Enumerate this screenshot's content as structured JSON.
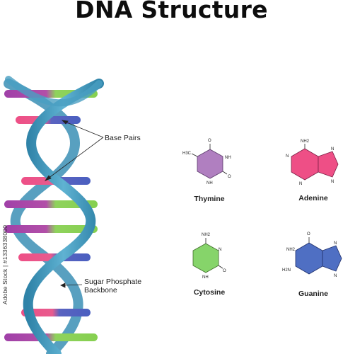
{
  "title": "DNA Structure",
  "labels": {
    "base_pairs": "Base Pairs",
    "backbone_line1": "Sugar Phosphate",
    "backbone_line2": "Backbone"
  },
  "molecules": [
    {
      "name": "Thymine",
      "color": "#b07fc0",
      "atoms": {
        "methyl": "H3C",
        "o_top": "O",
        "nh_right": "NH",
        "o_bottom": "O",
        "nh_bottom": "NH"
      }
    },
    {
      "name": "Adenine",
      "color": "#ee4f86",
      "atoms": {
        "nh2": "NH2",
        "n1": "N",
        "n3": "N",
        "n7": "N",
        "n9": "N"
      }
    },
    {
      "name": "Cytosine",
      "color": "#86d46a",
      "atoms": {
        "nh2": "NH2",
        "n3": "N",
        "o": "O",
        "nh1": "NH"
      }
    },
    {
      "name": "Guanine",
      "color": "#4f6fc3",
      "atoms": {
        "o": "O",
        "nh2_top": "NH2",
        "nh2_left": "H2N",
        "n7": "N",
        "n9": "N"
      }
    }
  ],
  "helix": {
    "backbone_color": "#4a9fc2",
    "pair_colors": [
      "#a040a8",
      "#86d050",
      "#ee4f86",
      "#4a5fc0"
    ]
  },
  "watermark": "Adobe Stock | #1336338000"
}
